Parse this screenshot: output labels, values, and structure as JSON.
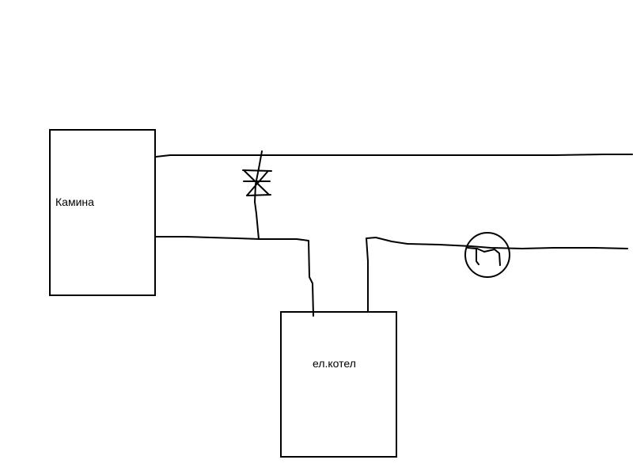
{
  "diagram": {
    "nodes": [
      {
        "id": "fireplace",
        "label": "Камина"
      },
      {
        "id": "electric-boiler",
        "label": "ел.котел"
      }
    ],
    "symbols": [
      {
        "id": "valve",
        "icon": "valve-icon"
      },
      {
        "id": "pump",
        "icon": "pump-icon"
      }
    ],
    "stroke_color": "#000000",
    "background_color": "#ffffff"
  }
}
